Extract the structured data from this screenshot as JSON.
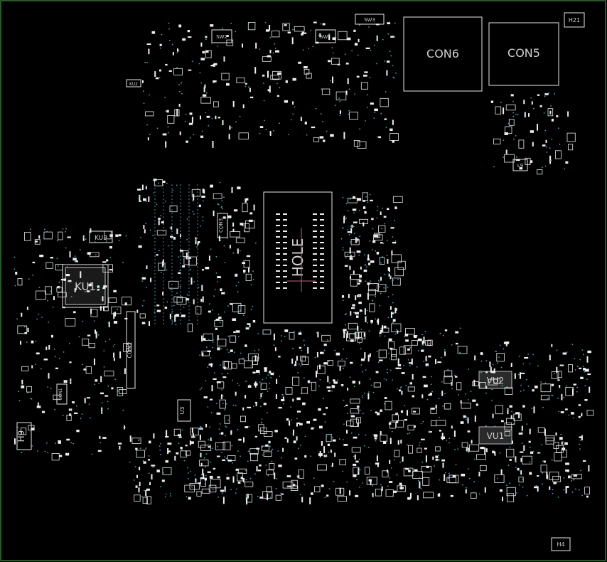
{
  "board": {
    "outline_color": "#2f7a2f",
    "background": "#000000",
    "silk_color": "#e8e8e8",
    "via_color": "#4aa3b8",
    "probe_color": "#c0607a"
  },
  "components": {
    "con6": "CON6",
    "con5": "CON5",
    "ku1": "KU1",
    "ku3": "KU3",
    "vu2": "VU2",
    "vu1": "VU1",
    "u3": "U3",
    "con2": "CON2",
    "con3": "CON3",
    "cpu": "HOLE",
    "h9": "H9",
    "h21": "H21",
    "h4": "H4",
    "sw1": "SW1",
    "sw2": "SW2",
    "sw3": "SW3",
    "l9": "L9",
    "ku2": "KU2",
    "con1": "CON1"
  }
}
